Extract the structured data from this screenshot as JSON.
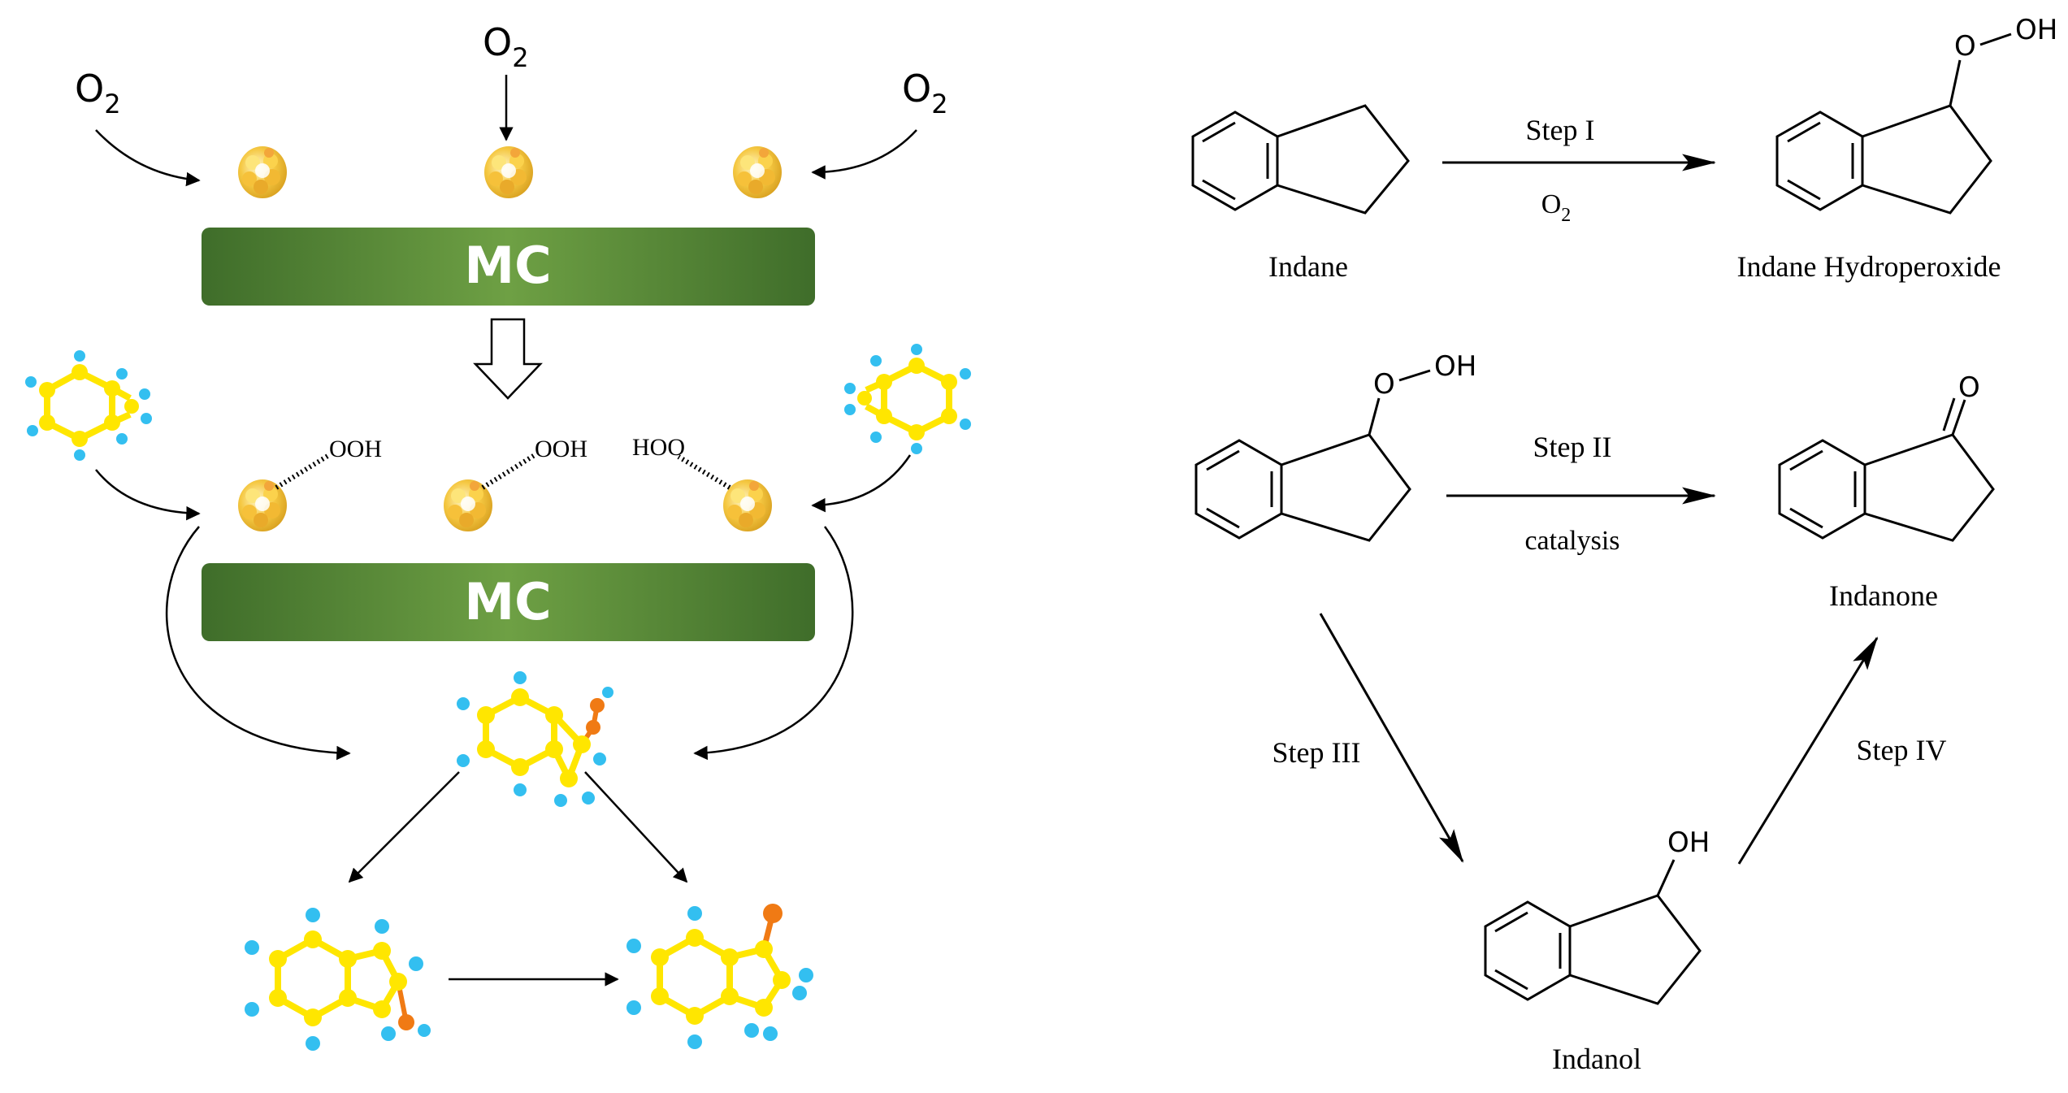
{
  "left_scheme": {
    "oxygen": [
      "O",
      "2"
    ],
    "bar_label": "MC",
    "ooh": "OOH",
    "hoo": "HOO"
  },
  "right_scheme": {
    "steps": {
      "step1": "Step I",
      "step1_reagent": [
        "O",
        "2"
      ],
      "step2": "Step II",
      "step2_reagent": "catalysis",
      "step3": "Step III",
      "step4": "Step IV"
    },
    "compounds": {
      "indane": "Indane",
      "hydroperoxide": "Indane Hydroperoxide",
      "indanone": "Indanone",
      "indanol": "Indanol"
    },
    "atoms": {
      "O": "O",
      "OH": "OH",
      "dash": "—"
    }
  },
  "colors": {
    "bar_dark": "#3f6d2a",
    "bar_light": "#6ea044",
    "carbon": "#ffe600",
    "hydrogen": "#33bff0",
    "oxygen_atom": "#f07a14",
    "cluster": "#f5c842"
  }
}
